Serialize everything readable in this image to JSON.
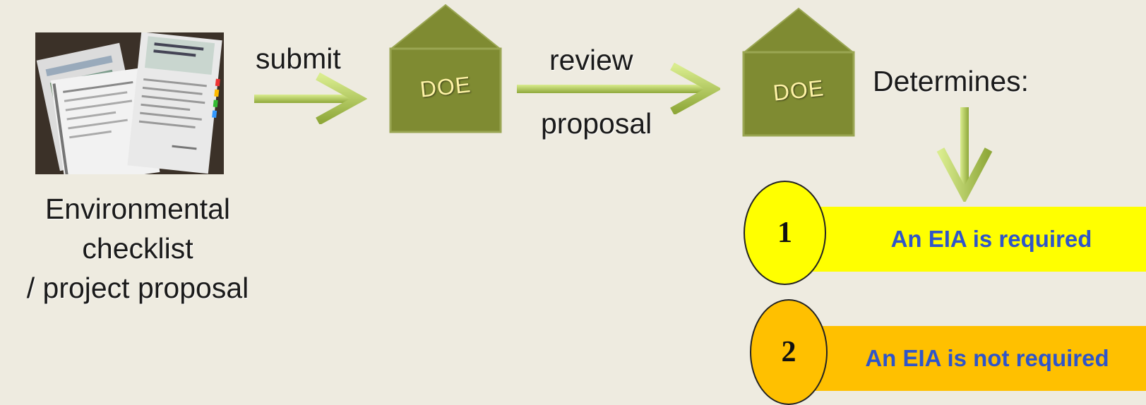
{
  "flow": {
    "document_caption": "Environmental\nchecklist\n/ project proposal",
    "submit_label": "submit",
    "review_label": "review",
    "proposal_label": "proposal",
    "doe_label_1": "DOE",
    "doe_label_2": "DOE",
    "determines_label": "Determines:"
  },
  "outcomes": [
    {
      "number": "1",
      "text": "An EIA is required",
      "color": "#ffff00"
    },
    {
      "number": "2",
      "text": "An EIA is not required",
      "color": "#ffc000"
    }
  ],
  "colors": {
    "background": "#eeebe0",
    "house": "#7f8b32",
    "arrow": "#a6c24a",
    "outcome_text": "#2f55c9"
  }
}
